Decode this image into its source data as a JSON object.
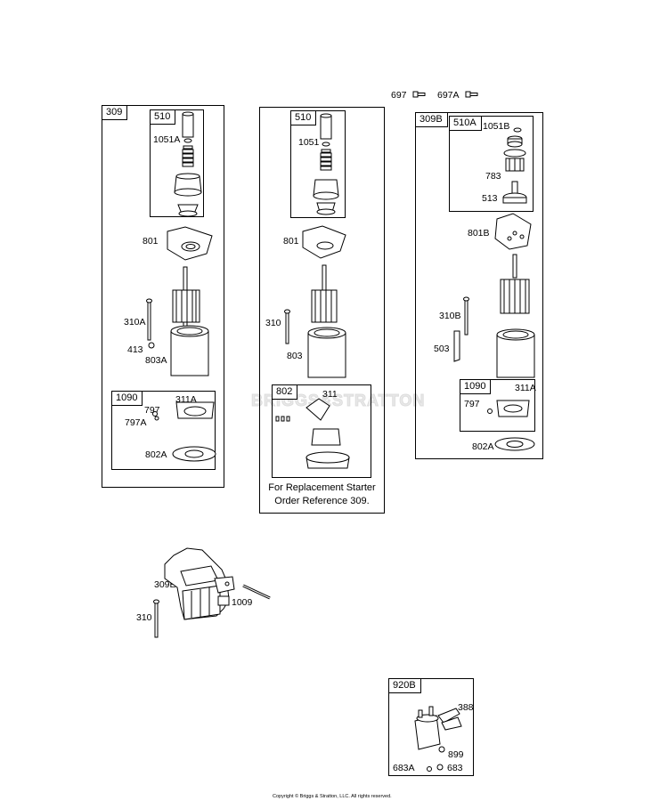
{
  "header": {
    "part_697": "697",
    "part_697a": "697A"
  },
  "group_309": {
    "tag": "309",
    "sub_510": "510",
    "sub_1090": "1090",
    "labels": {
      "p1051a": "1051A",
      "p801": "801",
      "p310a": "310A",
      "p413": "413",
      "p803a": "803A",
      "p311a": "311A",
      "p797": "797",
      "p797a": "797A",
      "p802a": "802A"
    }
  },
  "group_mid": {
    "sub_510": "510",
    "sub_802": "802",
    "labels": {
      "p1051": "1051",
      "p801": "801",
      "p310": "310",
      "p803": "803",
      "p311": "311"
    },
    "note_line1": "For Replacement Starter",
    "note_line2": "Order Reference 309."
  },
  "group_309b": {
    "tag": "309B",
    "sub_510a": "510A",
    "sub_1090": "1090",
    "labels": {
      "p1051b": "1051B",
      "p783": "783",
      "p513": "513",
      "p801b": "801B",
      "p310b": "310B",
      "p503": "503",
      "p311a": "311A",
      "p797": "797",
      "p802a": "802A"
    }
  },
  "starter": {
    "p309e": "309E",
    "p1009": "1009",
    "p310": "310"
  },
  "group_920b": {
    "tag": "920B",
    "labels": {
      "p388": "388",
      "p899": "899",
      "p683a": "683A",
      "p683": "683"
    }
  },
  "watermark": "BRIGGS&STRATTON",
  "footer": {
    "copyright": "Copyright © Briggs & Stratton, LLC. All rights reserved."
  }
}
